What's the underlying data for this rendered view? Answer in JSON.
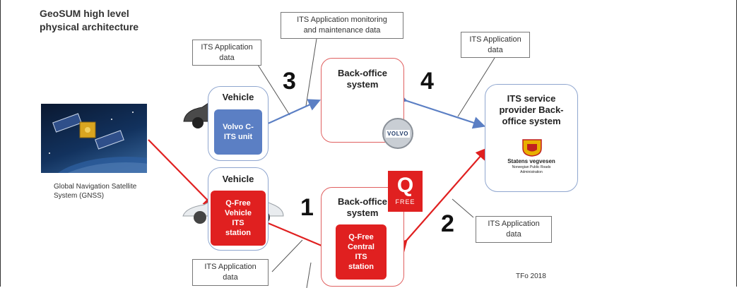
{
  "title": {
    "line1": "GeoSUM high level",
    "line2": "physical architecture"
  },
  "notes": {
    "monitoring": {
      "line1": "ITS Application monitoring",
      "line2": "and maintenance data"
    },
    "vehicle_app": {
      "line1": "ITS Application",
      "line2": "data"
    },
    "provider_app": {
      "line1": "ITS Application",
      "line2": "data"
    },
    "bottom_left_app": {
      "line1": "ITS Application",
      "line2": "data"
    },
    "bottom_right_app": {
      "line1": "ITS Application",
      "line2": "data"
    }
  },
  "numbers": {
    "n1": "1",
    "n2": "2",
    "n3": "3",
    "n4": "4"
  },
  "gnss": {
    "line1": "Global Navigation Satellite",
    "line2": "System (GNSS)"
  },
  "vehicle_top": {
    "title": "Vehicle",
    "unit_line1": "Volvo C-",
    "unit_line2": "ITS unit"
  },
  "vehicle_bottom": {
    "title": "Vehicle",
    "unit_lines": [
      "Q-Free",
      "Vehicle",
      "ITS",
      "station"
    ]
  },
  "backoffice_top": {
    "line1": "Back-office",
    "line2": "system"
  },
  "backoffice_bottom": {
    "line1": "Back-office",
    "line2": "system",
    "unit_lines": [
      "Q-Free",
      "Central",
      "ITS",
      "station"
    ]
  },
  "provider": {
    "lines": [
      "ITS service",
      "provider Back-",
      "office system"
    ],
    "org_name": "Statens vegvesen",
    "org_sub1": "Norwegian Public Roads",
    "org_sub2": "Administration"
  },
  "qfree_logo": {
    "letter": "Q",
    "word": "FREE"
  },
  "volvo_logo": {
    "word": "VOLVO"
  },
  "credit": "TFo 2018",
  "colors": {
    "red": "#e02020",
    "blue": "#5b7fc4",
    "box_red": "#e06060",
    "box_blue": "#8fa6cf"
  }
}
